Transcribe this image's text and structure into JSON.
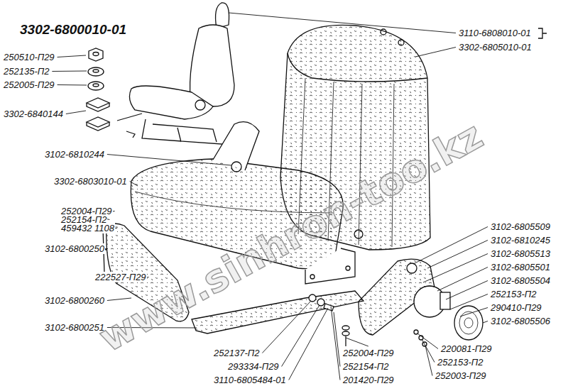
{
  "diagram": {
    "title": "3302-6800010-01",
    "labels": [
      "250510-П29",
      "252135-П2",
      "252005-П29",
      "3302-6840144",
      "3102-6810244",
      "3302-6803010-01",
      "252004-П29",
      "252154-П2",
      "459432 1108",
      "3102-6800250",
      "222527-П29",
      "3102-6800260",
      "3102-6800251",
      "3110-6808010-01",
      "3302-6805010-01",
      "3102-6805509",
      "3102-6810245",
      "3102-6805513",
      "3102-6805501",
      "3102-6805504",
      "252153-П2",
      "290410-П29",
      "3102-6805506",
      "220081-П29",
      "252153-П2",
      "252003-П29",
      "252137-П2",
      "293334-П29",
      "3110-6805484-01",
      "252004-П29",
      "252154-П2",
      "201420-П29",
      "www.sinhron-too.kz"
    ]
  }
}
